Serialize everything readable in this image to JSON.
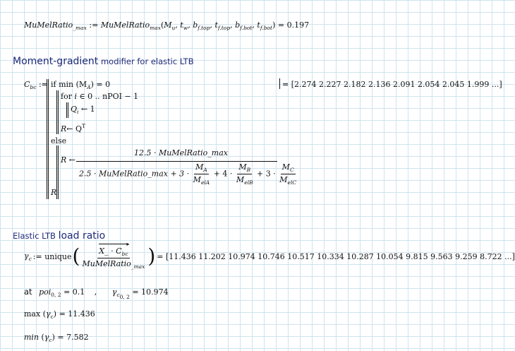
{
  "line1": {
    "lhs": "MuMelRatio",
    "lhs_sub": "_max",
    "assign": ":=",
    "func": "MuMelRatio",
    "func_sub": "max",
    "args": [
      "M",
      "t",
      "b",
      "t",
      "b",
      "t"
    ],
    "arg_subs": [
      "u",
      "w",
      "f.top",
      "f.top",
      "f.bot",
      "f.bot"
    ],
    "result": "= 0.197"
  },
  "heading1": {
    "strong": "Moment-gradient",
    "rest": " modifier for elastic LTB"
  },
  "cbc": {
    "lhs": "C",
    "lhs_sub": "bc",
    "assign": ":=",
    "if_kw": "if",
    "cond": "min (M",
    "cond_sub": "A",
    "cond_end": ") = 0",
    "for_kw": "for",
    "for_var": "i",
    "for_in": "∈",
    "for_range": "0 .. nPOI − 1",
    "q": "Q",
    "q_sub": "i",
    "q_rhs": "← 1",
    "r1": "R",
    "r1_rhs": "← Q",
    "r1_sup": "T",
    "else_kw": "else",
    "r2": "R",
    "r2_arrow": "←",
    "num": "12.5 · MuMelRatio_max",
    "den_a": "2.5 · MuMelRatio_max + 3 ·",
    "ma": "M",
    "ma_sub": "A",
    "mela": "M",
    "mela_sub": "elA",
    "plus4": "+ 4 ·",
    "mb": "M",
    "mb_sub": "B",
    "melb": "M",
    "melb_sub": "elB",
    "plus3": "+ 3 ·",
    "mc": "M",
    "mc_sub": "C",
    "melc": "M",
    "melc_sub": "elC",
    "ret": "R",
    "result_values": "= [2.274   2.227   2.182   2.136   2.091   2.054   2.045   1.999   ...]"
  },
  "heading2": {
    "pre": "Elastic LTB ",
    "strong": "load ratio"
  },
  "gamma": {
    "lhs": "γ",
    "lhs_sub": "c",
    "assign": ":= unique",
    "num": "X_ · C",
    "num_sub": "bc",
    "den": "MuMelRatio",
    "den_sub": "_max",
    "result_values": "= [11.436   11.202   10.974   10.746   10.517   10.334   10.287   10.054   9.815   9.563   9.259   8.722   ...]"
  },
  "at_line": {
    "at": "at",
    "poi": "poi",
    "poi_sub": "0, 2",
    "poi_val": "= 0.1",
    "comma": ",",
    "g": "γ",
    "g_sub": "c",
    "g_sub2": "0, 2",
    "g_val": "= 10.974"
  },
  "max_line": {
    "fn": "max",
    "arg": "γ",
    "arg_sub": "c",
    "val": "= 11.436"
  },
  "min_line": {
    "fn": "min",
    "arg": "γ",
    "arg_sub": "c",
    "val": "= 7.582"
  }
}
